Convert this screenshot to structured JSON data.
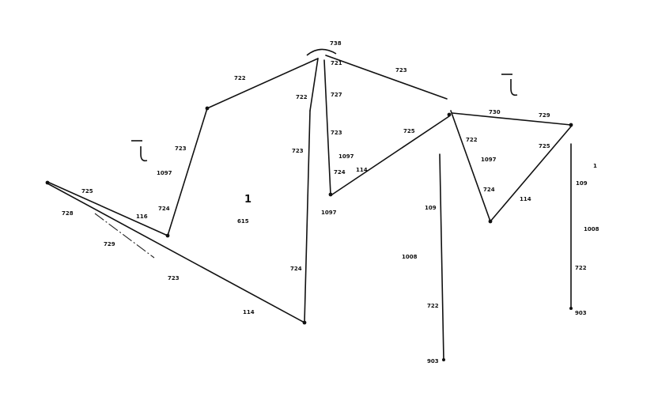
{
  "labels": {
    "l_738": "738",
    "l_721": "721",
    "l_722_top_left": "722",
    "l_723_top_right": "723",
    "l_722_inner_left": "722",
    "l_727_inner": "727",
    "l_723_inner": "723",
    "l_1097_inner": "1097",
    "l_724_inner": "724",
    "l_723_left_mid": "723",
    "l_723_left_wing": "723",
    "l_1097_left_wing": "1097",
    "l_724_left_wing": "724",
    "l_725_left": "725",
    "l_728": "728",
    "l_116": "116",
    "l_729": "729",
    "l_723_bottom": "723",
    "l_114_bottom": "114",
    "l_724_center_down": "724",
    "l_615": "615",
    "l_1": "1",
    "l_1097_center": "1097",
    "l_114_center": "114",
    "l_725_center": "725",
    "l_109_center": "109",
    "l_1008_center": "1008",
    "l_722_center": "722",
    "l_903_center": "903",
    "l_722_right": "722",
    "l_1097_right": "1097",
    "l_724_right": "724",
    "l_114_right": "114",
    "l_730": "730",
    "l_729_right": "729",
    "l_725_right": "725",
    "l_109_right": "109",
    "l_1008_right": "1008",
    "l_722_far_right": "722",
    "l_903_right": "903",
    "l_1_right": "1"
  }
}
